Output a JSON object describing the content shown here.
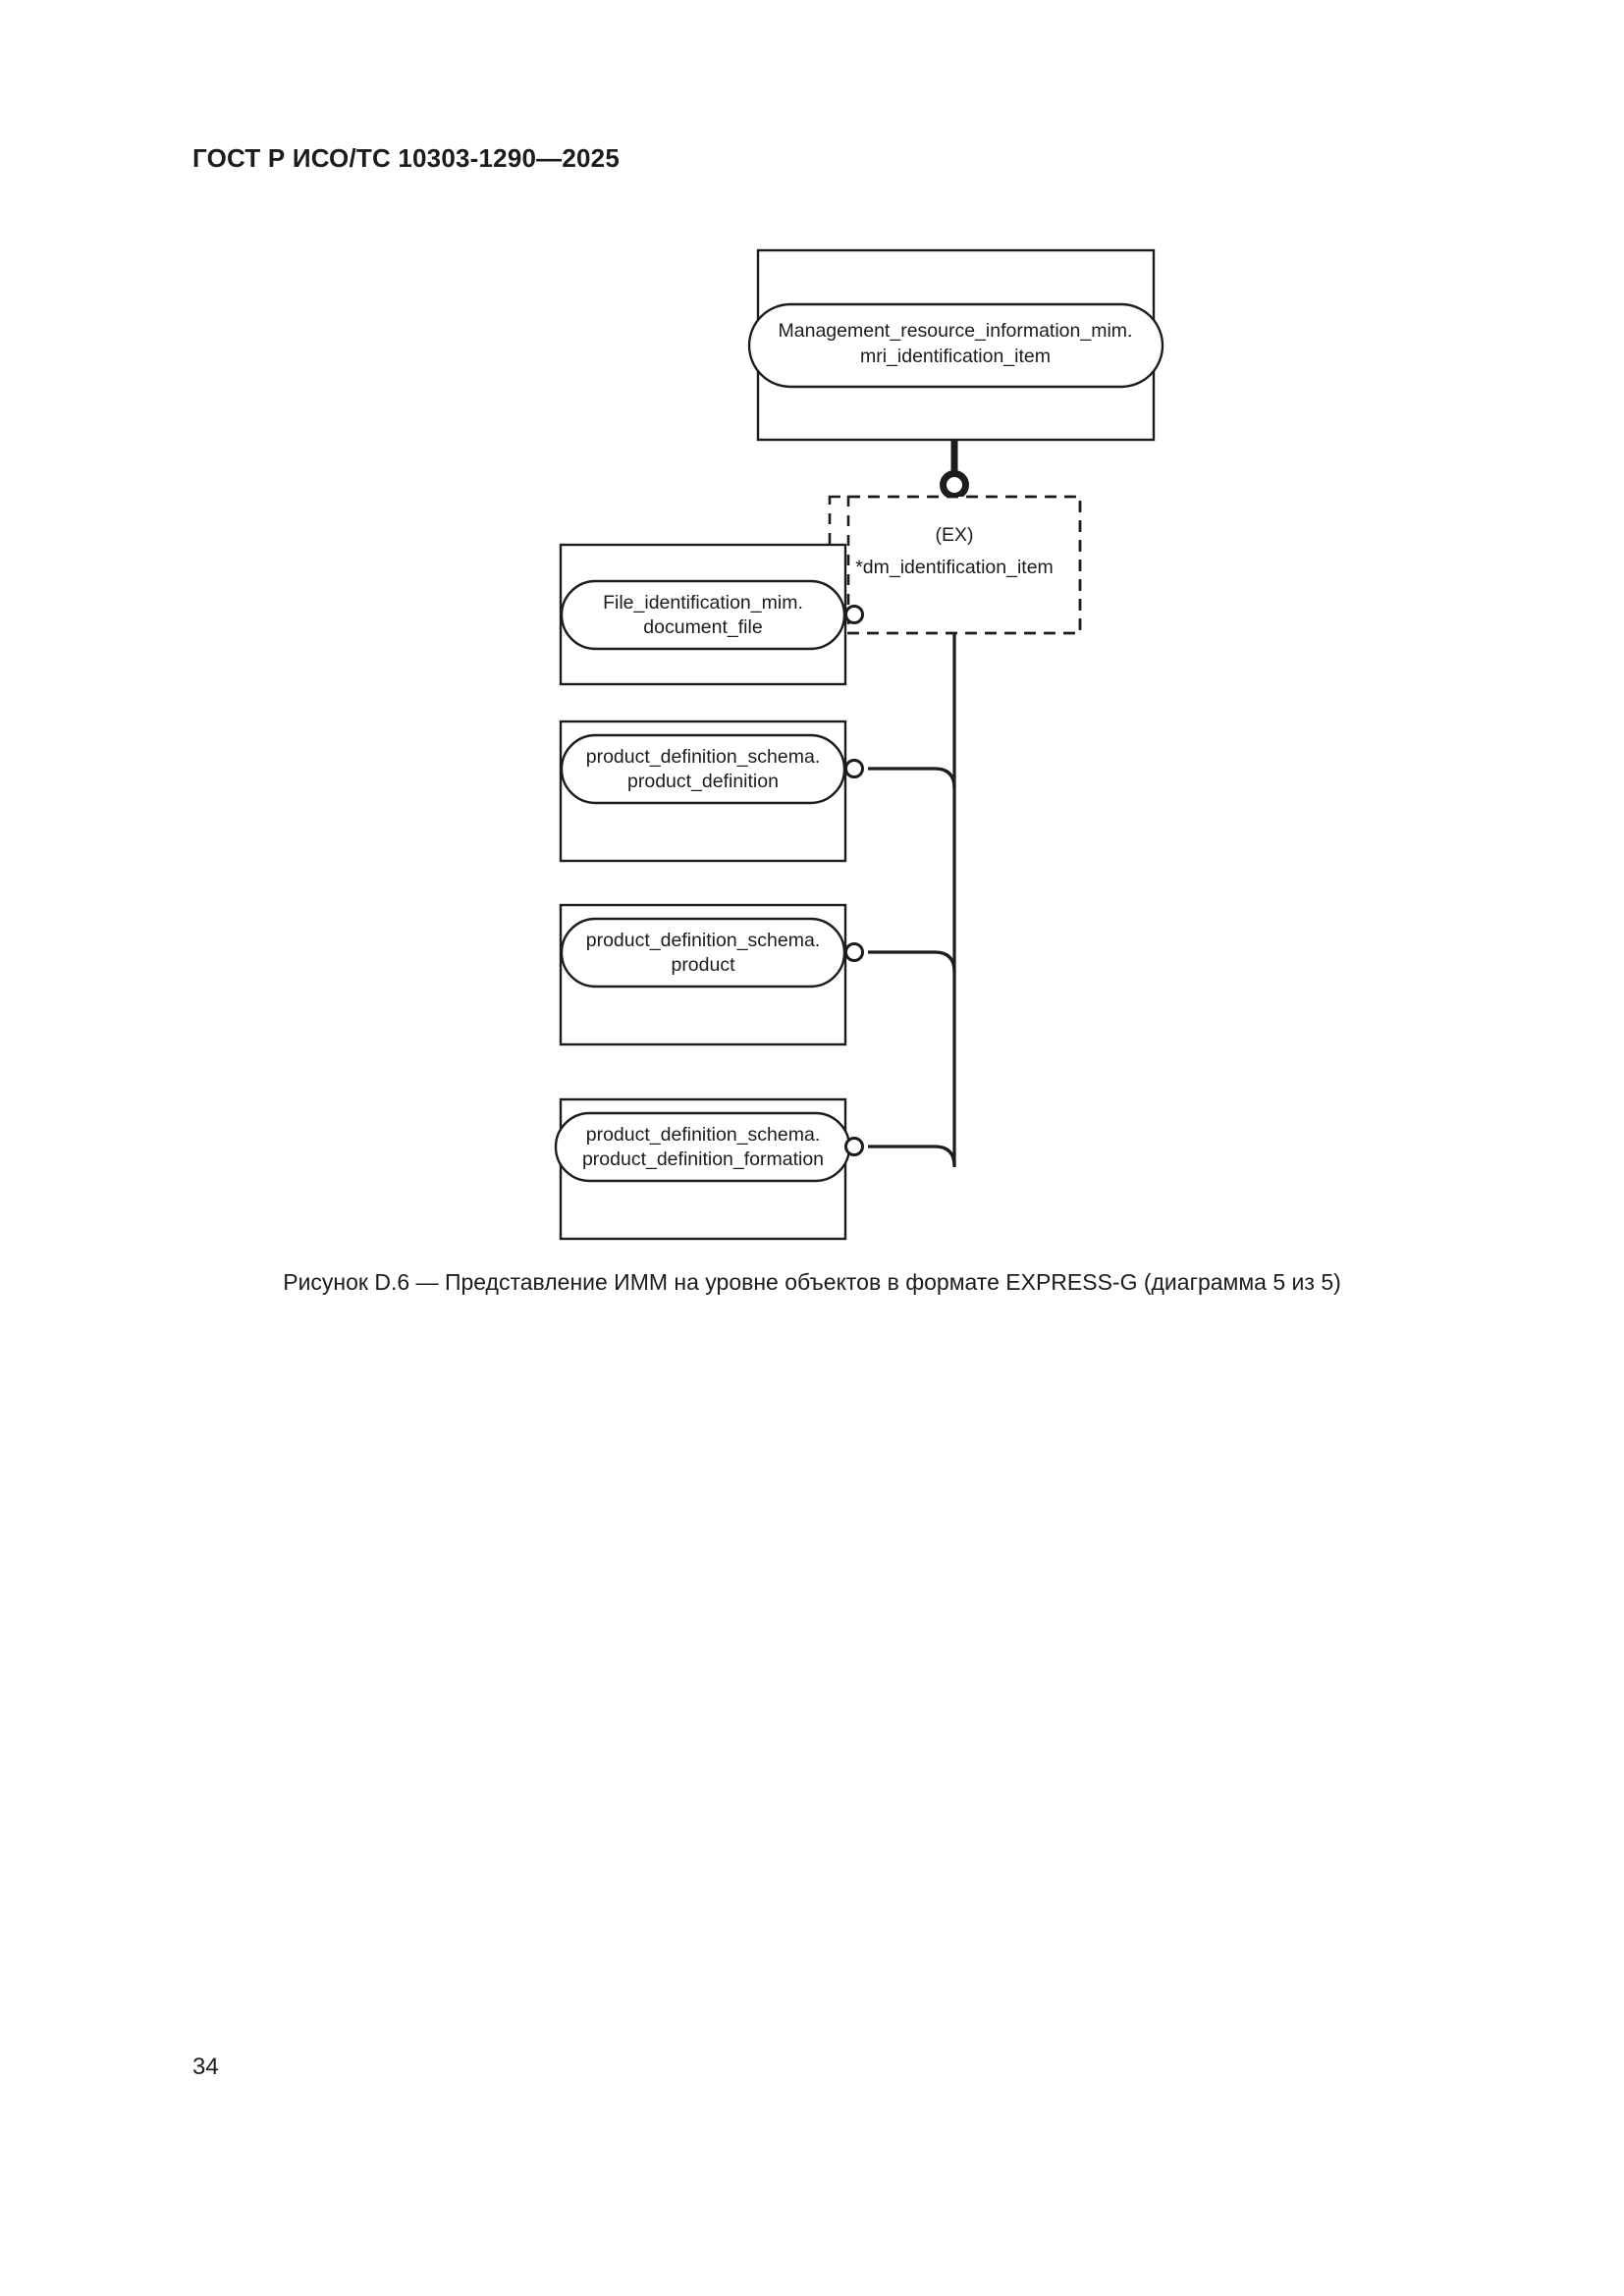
{
  "document": {
    "header": "ГОСТ Р ИСО/ТС 10303-1290—2025",
    "page_number": "34",
    "caption": "Рисунок D.6 — Представление ИММ на уровне объектов в формате EXPRESS-G (диаграмма 5 из 5)"
  },
  "diagram": {
    "type": "EXPRESS-G entity level diagram",
    "supertype": {
      "schema": "Management_resource_information_mim.",
      "entity": "mri_identification_item"
    },
    "select_type": {
      "tag": "(EX)",
      "name": "*dm_identification_item"
    },
    "members": [
      {
        "schema": "File_identification_mim.",
        "entity": "document_file"
      },
      {
        "schema": "product_definition_schema.",
        "entity": "product_definition"
      },
      {
        "schema": "product_definition_schema.",
        "entity": "product"
      },
      {
        "schema": "product_definition_schema.",
        "entity": "product_definition_formation"
      }
    ],
    "colors": {
      "line": "#1c1c1c",
      "fill": "#ffffff"
    }
  }
}
